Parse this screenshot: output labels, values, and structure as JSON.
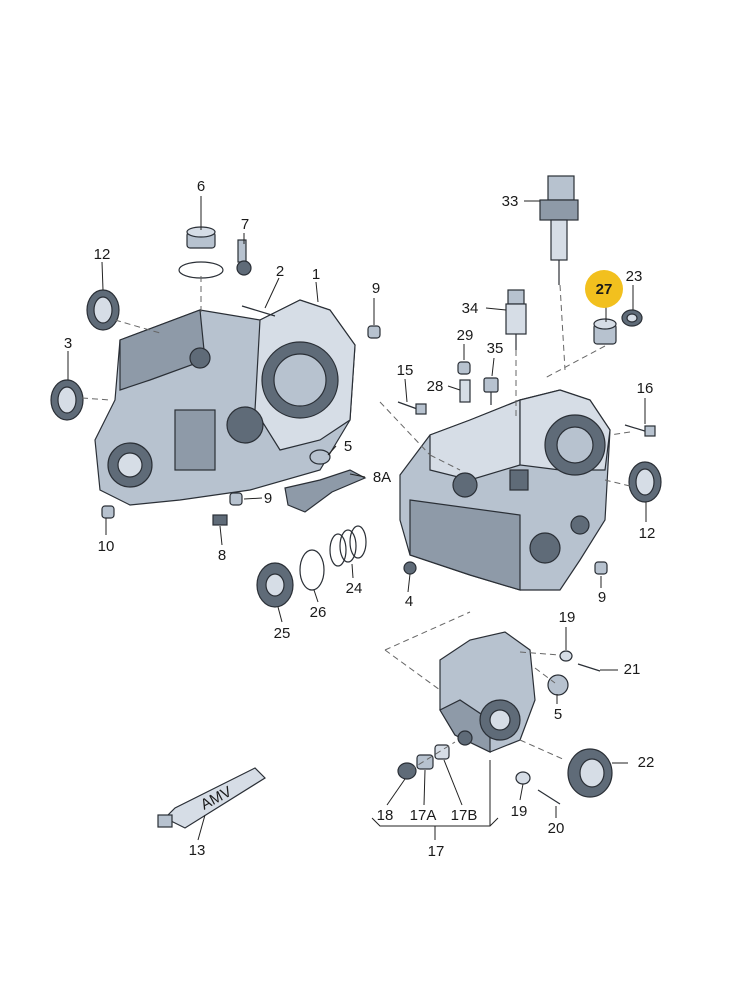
{
  "diagram": {
    "callouts": {
      "c1": "1",
      "c2": "2",
      "c3": "3",
      "c4": "4",
      "c5a": "5",
      "c5b": "5",
      "c6": "6",
      "c7": "7",
      "c8": "8",
      "c8a": "8A",
      "c9a": "9",
      "c9b": "9",
      "c9c": "9",
      "c10": "10",
      "c12a": "12",
      "c12b": "12",
      "c13": "13",
      "c15": "15",
      "c16": "16",
      "c17": "17",
      "c17a": "17A",
      "c17b": "17B",
      "c18": "18",
      "c19a": "19",
      "c19b": "19",
      "c20": "20",
      "c21": "21",
      "c22": "22",
      "c23": "23",
      "c24": "24",
      "c25": "25",
      "c26": "26",
      "c27": "27",
      "c28": "28",
      "c29": "29",
      "c33": "33",
      "c34": "34",
      "c35": "35"
    },
    "tube_label": "AMV",
    "highlight_color": "#f2c01e"
  }
}
